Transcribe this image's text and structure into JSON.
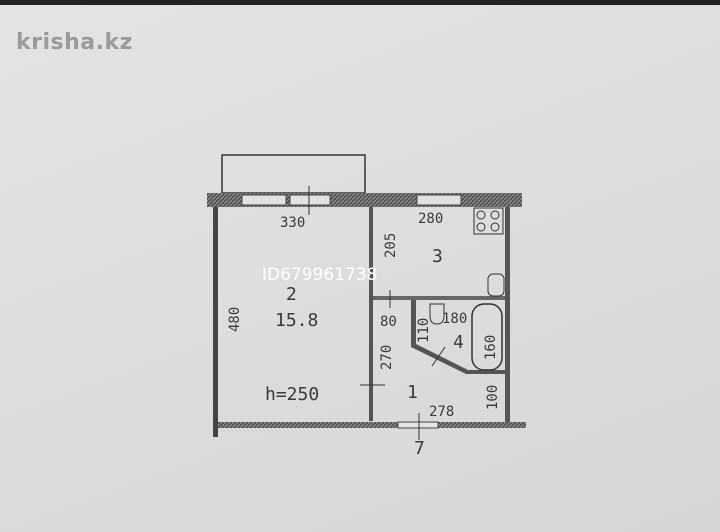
{
  "watermark_logo": "krisha.kz",
  "listing_id_watermark": "ID679961738",
  "plan": {
    "rooms": [
      {
        "number": "1"
      },
      {
        "number": "2",
        "area": "15.8"
      },
      {
        "number": "3"
      },
      {
        "number": "4"
      }
    ],
    "ceiling_height": "h=250",
    "dimensions": {
      "room2_width": "330",
      "room2_length": "480",
      "kitchen_width": "280",
      "kitchen_length": "205",
      "hall_width": "278",
      "hall_length": "270",
      "corridor": "80",
      "bath_width": "180",
      "bath_depth": "110",
      "tub_length": "160",
      "entry": "100"
    },
    "entrance_mark": "7"
  }
}
